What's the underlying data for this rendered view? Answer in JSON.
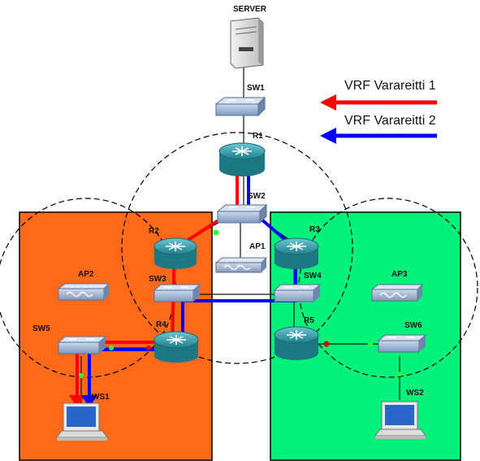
{
  "devices": {
    "server": {
      "label": "SERVER",
      "icon": "server-tower-icon"
    },
    "sw1": {
      "label": "SW1",
      "icon": "switch-icon"
    },
    "r1": {
      "label": "R1",
      "icon": "router-icon"
    },
    "sw2": {
      "label": "SW2",
      "icon": "switch-icon"
    },
    "ap1": {
      "label": "AP1",
      "icon": "access-point-icon"
    },
    "r2": {
      "label": "R2",
      "icon": "router-icon"
    },
    "sw3": {
      "label": "SW3",
      "icon": "switch-icon"
    },
    "r4": {
      "label": "R4",
      "icon": "router-icon"
    },
    "ap2": {
      "label": "AP2",
      "icon": "access-point-icon"
    },
    "sw5": {
      "label": "SW5",
      "icon": "switch-icon"
    },
    "ws1": {
      "label": "WS1",
      "icon": "workstation-icon"
    },
    "r3": {
      "label": "R3",
      "icon": "router-icon"
    },
    "sw4": {
      "label": "SW4",
      "icon": "switch-icon"
    },
    "r5": {
      "label": "R5",
      "icon": "router-icon"
    },
    "ap3": {
      "label": "AP3",
      "icon": "access-point-icon"
    },
    "sw6": {
      "label": "SW6",
      "icon": "switch-icon"
    },
    "ws2": {
      "label": "WS2",
      "icon": "workstation-icon"
    }
  },
  "legend": {
    "route1": {
      "label": "VRF Varareitti 1",
      "color": "#ff0000"
    },
    "route2": {
      "label": "VRF Varareitti 2",
      "color": "#0000ff"
    }
  },
  "zones": {
    "left_color": "#ff6a1a",
    "right_color": "#00f27a"
  },
  "link_dot_colors": {
    "active": "#33ff33",
    "down": "#dd0000"
  }
}
